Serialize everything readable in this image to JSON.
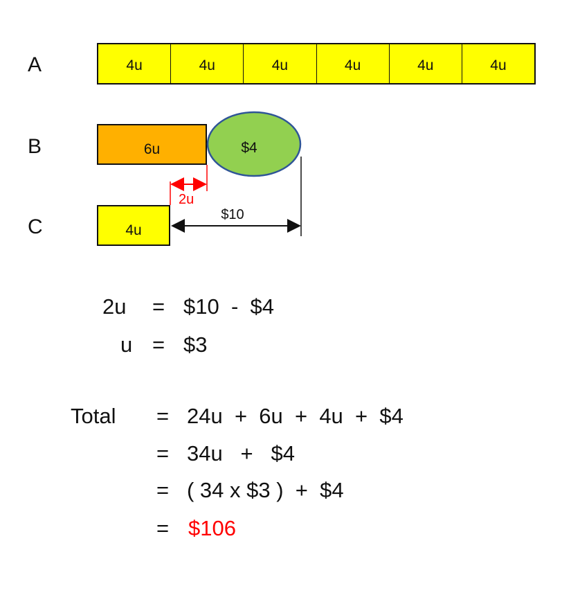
{
  "diagram": {
    "row_labels": {
      "a": "A",
      "b": "B",
      "c": "C"
    },
    "bar_a_units": [
      "4u",
      "4u",
      "4u",
      "4u",
      "4u",
      "4u"
    ],
    "box_b_label": "6u",
    "oval_label": "$4",
    "box_c_label": "4u",
    "diff_label": "2u",
    "span_label": "$10",
    "colors": {
      "yellow": "#ffff00",
      "orange": "#ffb000",
      "green": "#92d050",
      "oval_border": "#2f5597",
      "red": "#ff0000"
    }
  },
  "equations": {
    "line1_lhs": "2u",
    "line1_eq": "=",
    "line1_rhs": "$10  -  $4",
    "line2_lhs": "u",
    "line2_eq": "=",
    "line2_rhs": "$3",
    "total_label": "Total",
    "total_eq": "=",
    "total_line1": "24u  +  6u  +  4u  +  $4",
    "total_eq2": "=",
    "total_line2": "34u   +   $4",
    "total_eq3": "=",
    "total_line3": "( 34 x $3 )  +  $4",
    "total_eq4": "=",
    "total_answer": "$106"
  }
}
